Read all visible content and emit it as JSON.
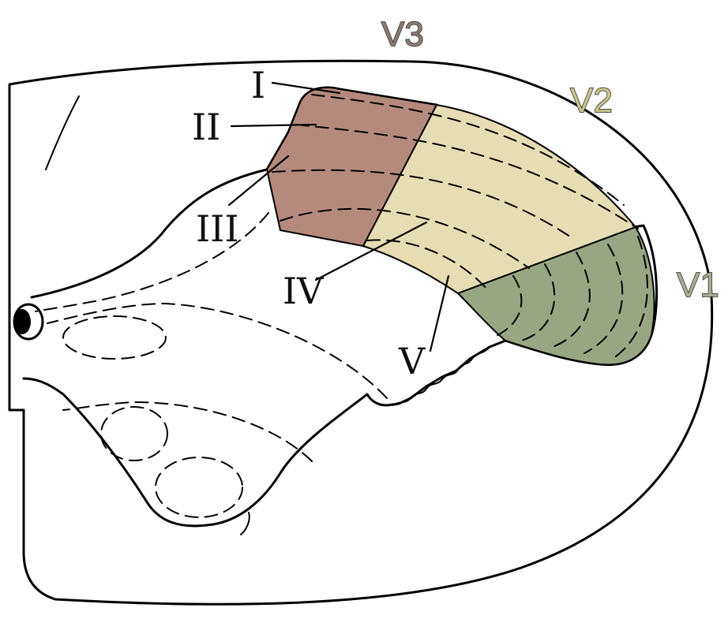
{
  "labels": {
    "layers": {
      "I": "I",
      "II": "II",
      "III": "III",
      "IV": "IV",
      "V": "V"
    },
    "zones": {
      "v1": "V1",
      "v2": "V2",
      "v3": "V3"
    }
  },
  "colors": {
    "v3_fill": "#b58a7d",
    "v2_fill": "#e6ddb3",
    "v1_fill": "#98a682",
    "v3_text": "#8c7a73",
    "v2_text": "#c9c28d",
    "v1_text": "#a8ae92"
  }
}
